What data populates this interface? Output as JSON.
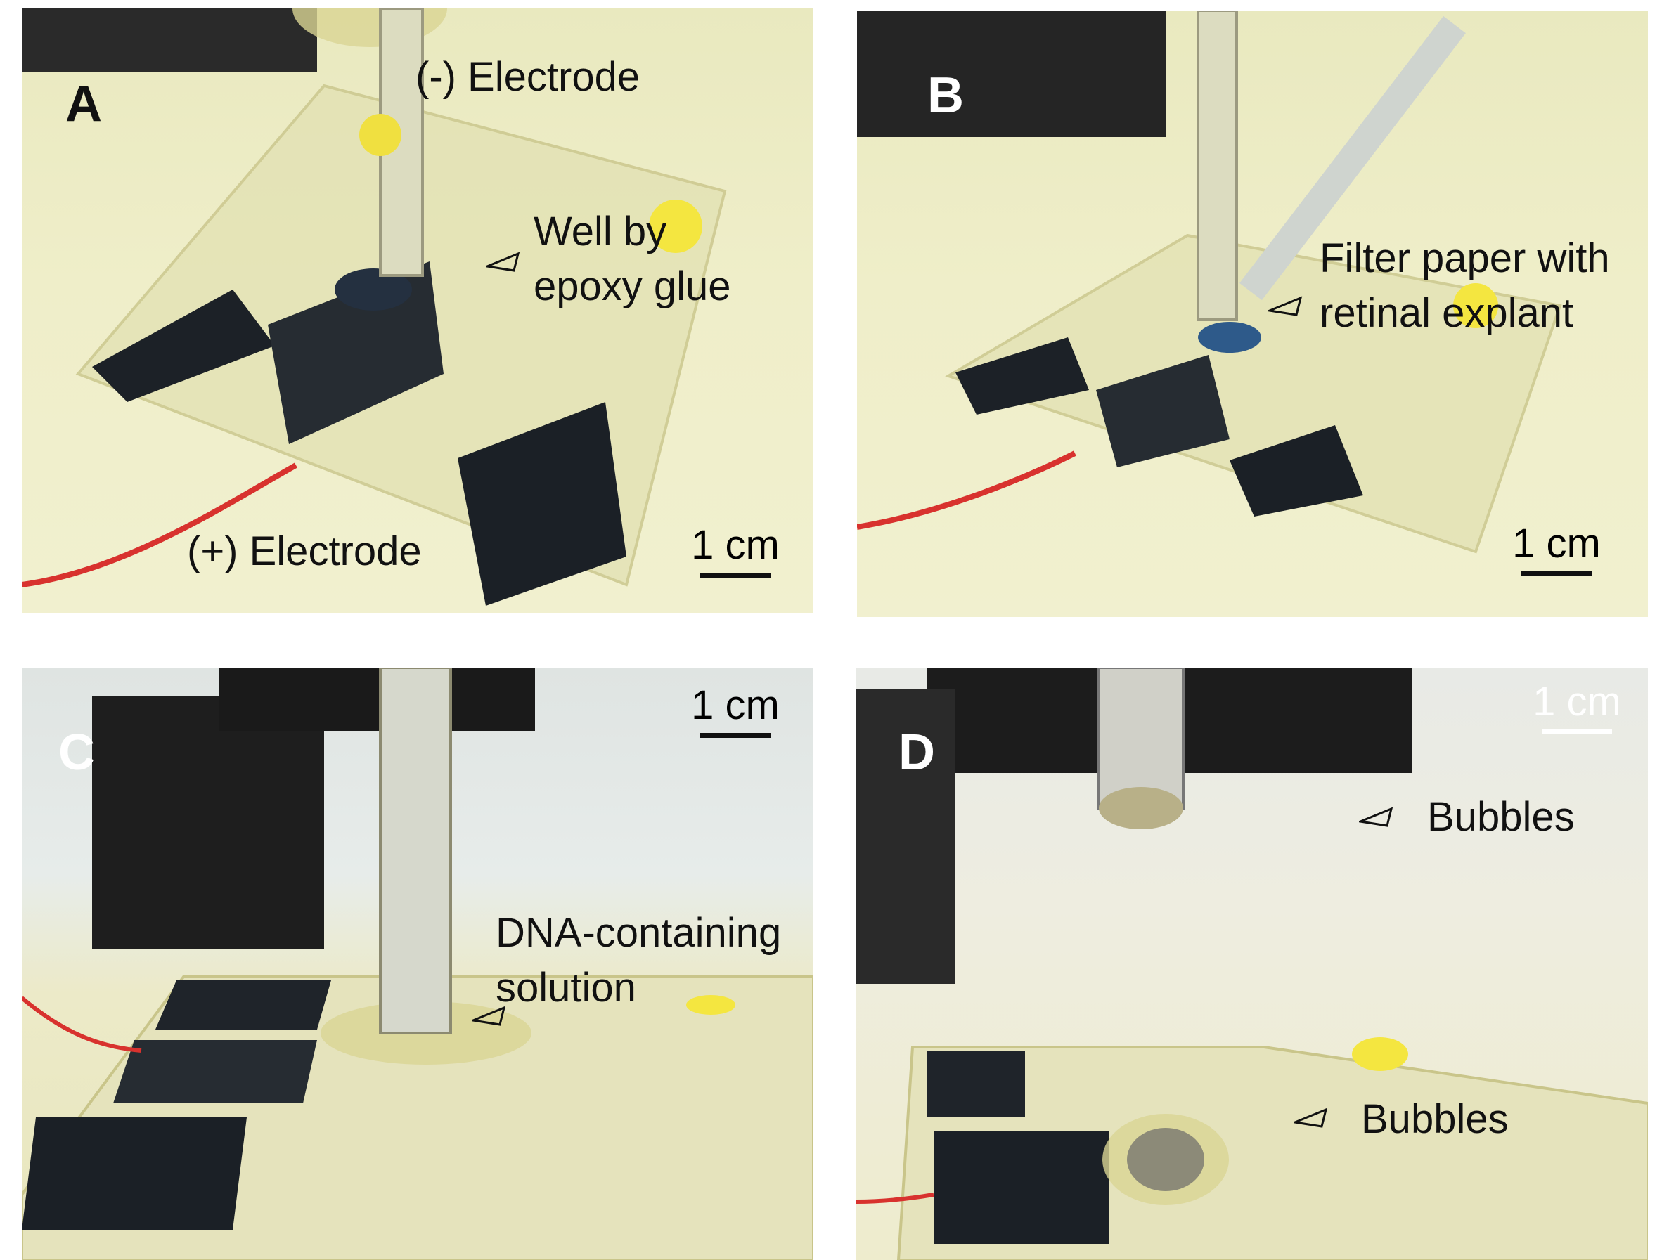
{
  "panels": [
    {
      "letter": "A",
      "labels": {
        "top": "(-) Electrode",
        "well_line1": "Well by",
        "well_line2": "epoxy glue",
        "bottom": "(+) Electrode"
      },
      "scale": "1 cm"
    },
    {
      "letter": "B",
      "labels": {
        "filter_line1": "Filter paper with",
        "filter_line2": "retinal explant"
      },
      "scale": "1 cm"
    },
    {
      "letter": "C",
      "labels": {
        "dna_line1": "DNA-containing",
        "dna_line2": "solution"
      },
      "scale": "1 cm"
    },
    {
      "letter": "D",
      "labels": {
        "bubbles_top": "Bubbles",
        "bubbles_bottom": "Bubbles"
      },
      "scale": "1 cm"
    }
  ],
  "colors": {
    "letter_dark": "#111111",
    "letter_light": "#ffffff",
    "wire": "#d8322e",
    "pad": "#1b2026"
  }
}
